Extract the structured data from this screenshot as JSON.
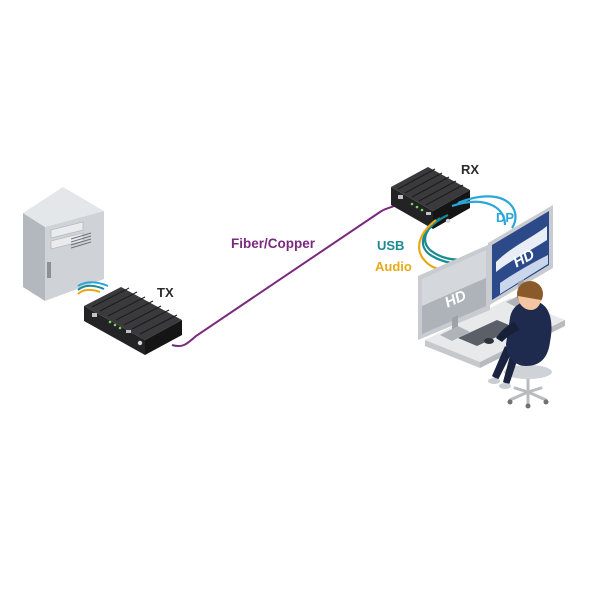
{
  "labels": {
    "tx": "TX",
    "rx": "RX",
    "link": "Fiber/Copper",
    "dp": "DP",
    "usb": "USB",
    "audio": "Audio",
    "screen_left": "HD",
    "screen_right": "HD"
  },
  "colors": {
    "link_cable": "#7a2a7e",
    "dp_cable": "#2aa7d8",
    "usb_cable": "#1a8a93",
    "audio_cable": "#e8a917",
    "device_body": "#2a2a2c",
    "server_body": "#c9cdd2",
    "monitor_frame": "#c8ccd0",
    "screen_blue": "#2c4a8a",
    "person_jacket": "#1e2b4f",
    "person_hair": "#8b5a2b"
  }
}
